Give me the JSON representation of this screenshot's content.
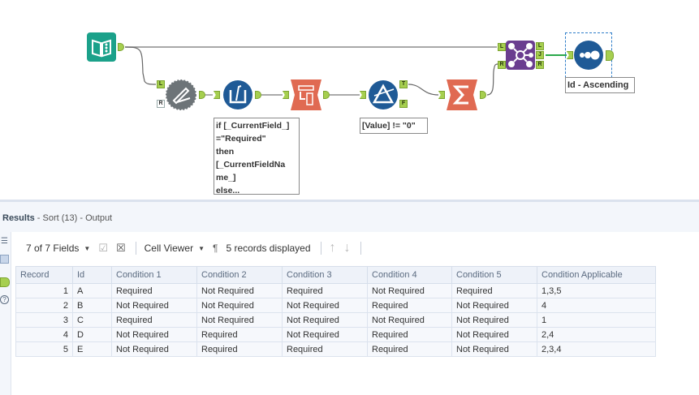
{
  "workflow": {
    "tools": [
      {
        "name": "Input Data",
        "icon": "book-icon",
        "color": "#1ba18a"
      },
      {
        "name": "Append Fields",
        "icon": "pen-gear-icon",
        "color": "#6d7478"
      },
      {
        "name": "Multi-Field Formula",
        "icon": "beaker-icon",
        "color": "#1f5a96"
      },
      {
        "name": "Transpose",
        "icon": "transpose-icon",
        "color": "#e06a52"
      },
      {
        "name": "Filter",
        "icon": "prism-icon",
        "color": "#1f5a96"
      },
      {
        "name": "Summarize",
        "icon": "sigma-icon",
        "color": "#e06a52"
      },
      {
        "name": "Join",
        "icon": "join-icon",
        "color": "#6a3d8f"
      },
      {
        "name": "Sort",
        "icon": "sort-dots-icon",
        "color": "#1f5a96"
      }
    ],
    "annotations": {
      "formula": [
        "if [_CurrentField_]",
        "=\"Required\"",
        "then",
        "[_CurrentFieldNa",
        "me_]",
        "else..."
      ],
      "filter": "[Value] != \"0\"",
      "sort": "Id - Ascending"
    },
    "anchor_labels": {
      "L": "L",
      "R": "R",
      "J": "J",
      "T": "T",
      "F": "F"
    }
  },
  "results": {
    "title": "Results",
    "subtitle": " - Sort (13) - Output",
    "toolbar": {
      "fields": "7 of 7 Fields",
      "cell_viewer": "Cell Viewer",
      "pilcrow": "¶",
      "records": "5 records displayed"
    },
    "columns": [
      "Record",
      "Id",
      "Condition 1",
      "Condition 2",
      "Condition 3",
      "Condition 4",
      "Condition 5",
      "Condition Applicable"
    ],
    "rows": [
      [
        "1",
        "A",
        "Required",
        "Not Required",
        "Required",
        "Not Required",
        "Required",
        "1,3,5"
      ],
      [
        "2",
        "B",
        "Not Required",
        "Not Required",
        "Not Required",
        "Required",
        "Not Required",
        "4"
      ],
      [
        "3",
        "C",
        "Required",
        "Not Required",
        "Not Required",
        "Not Required",
        "Not Required",
        "1"
      ],
      [
        "4",
        "D",
        "Not Required",
        "Required",
        "Not Required",
        "Required",
        "Not Required",
        "2,4"
      ],
      [
        "5",
        "E",
        "Not Required",
        "Required",
        "Required",
        "Required",
        "Not Required",
        "2,3,4"
      ]
    ]
  }
}
